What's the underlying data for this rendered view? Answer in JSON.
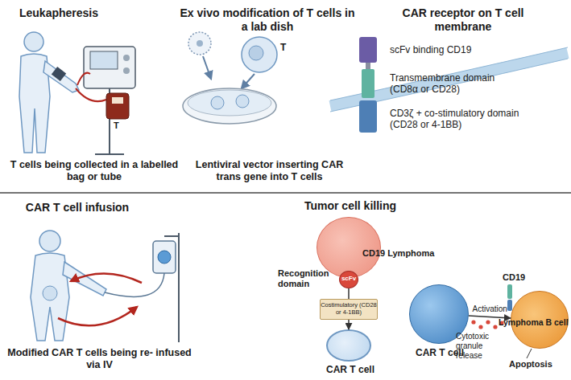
{
  "diagram": {
    "nodes": [
      {
        "text": [
          "CD19 Lymphoma"
        ]
      },
      {
        "text": [
          "scFv"
        ]
      },
      {
        "text": [
          "Costimulatory (CD28 or 4-1BB)"
        ]
      },
      {
        "text": [
          "CAR T cell"
        ]
      },
      {
        "text": [
          "CAR T cell"
        ]
      },
      {
        "text": [
          "Lymphoma B cell"
        ]
      }
    ],
    "edges": [
      {
        "from": 1,
        "to": 2,
        "arrow": "none"
      },
      {
        "from": 2,
        "to": 3,
        "arrow": "to"
      },
      {
        "from": 4,
        "to": 5,
        "label": "Activation",
        "arrow": "to"
      }
    ],
    "labels": [
      "Leukapheresis",
      "T cells being collected in a labelled bag or tube",
      "T",
      "Ex vivo modification of T cells in a lab dish",
      "T",
      "Lentiviral vector inserting CAR trans gene into T cells",
      "CAR receptor on T cell membrane",
      "scFv binding CD19",
      "Transmembrane domain (CD8α or CD28)",
      "CD3ζ + co-stimulatory domain (CD28 or 4-1BB)",
      "CAR T cell infusion",
      "Modified CAR T cells being re- infused via IV",
      "Tumor cell killing",
      "Recognition domain",
      "CD19",
      "Cytotoxic granule release",
      "Apoptosis"
    ]
  }
}
